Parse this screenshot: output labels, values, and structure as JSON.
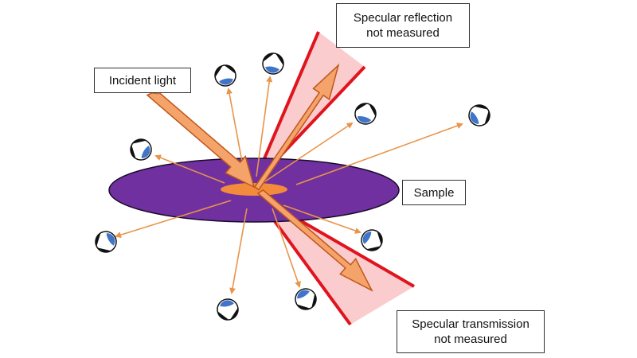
{
  "labels": {
    "incident": "Incident light",
    "reflection_line1": "Specular reflection",
    "reflection_line2": "not measured",
    "sample": "Sample",
    "transmission_line1": "Specular transmission",
    "transmission_line2": "not measured"
  },
  "colors": {
    "sample_fill": "#7030a0",
    "sample_stroke": "#1a0a2a",
    "spot": "#f28c3c",
    "beam_fill": "#f4a46a",
    "beam_stroke": "#c0561a",
    "scatter_arrow": "#e8944a",
    "specular_cone_fill": "#f9c6c9",
    "specular_cone_edge": "#e0141e",
    "detector_dark": "#111111",
    "detector_lens": "#3f74c9"
  },
  "icons": {
    "detector": "eye-detector-icon"
  }
}
